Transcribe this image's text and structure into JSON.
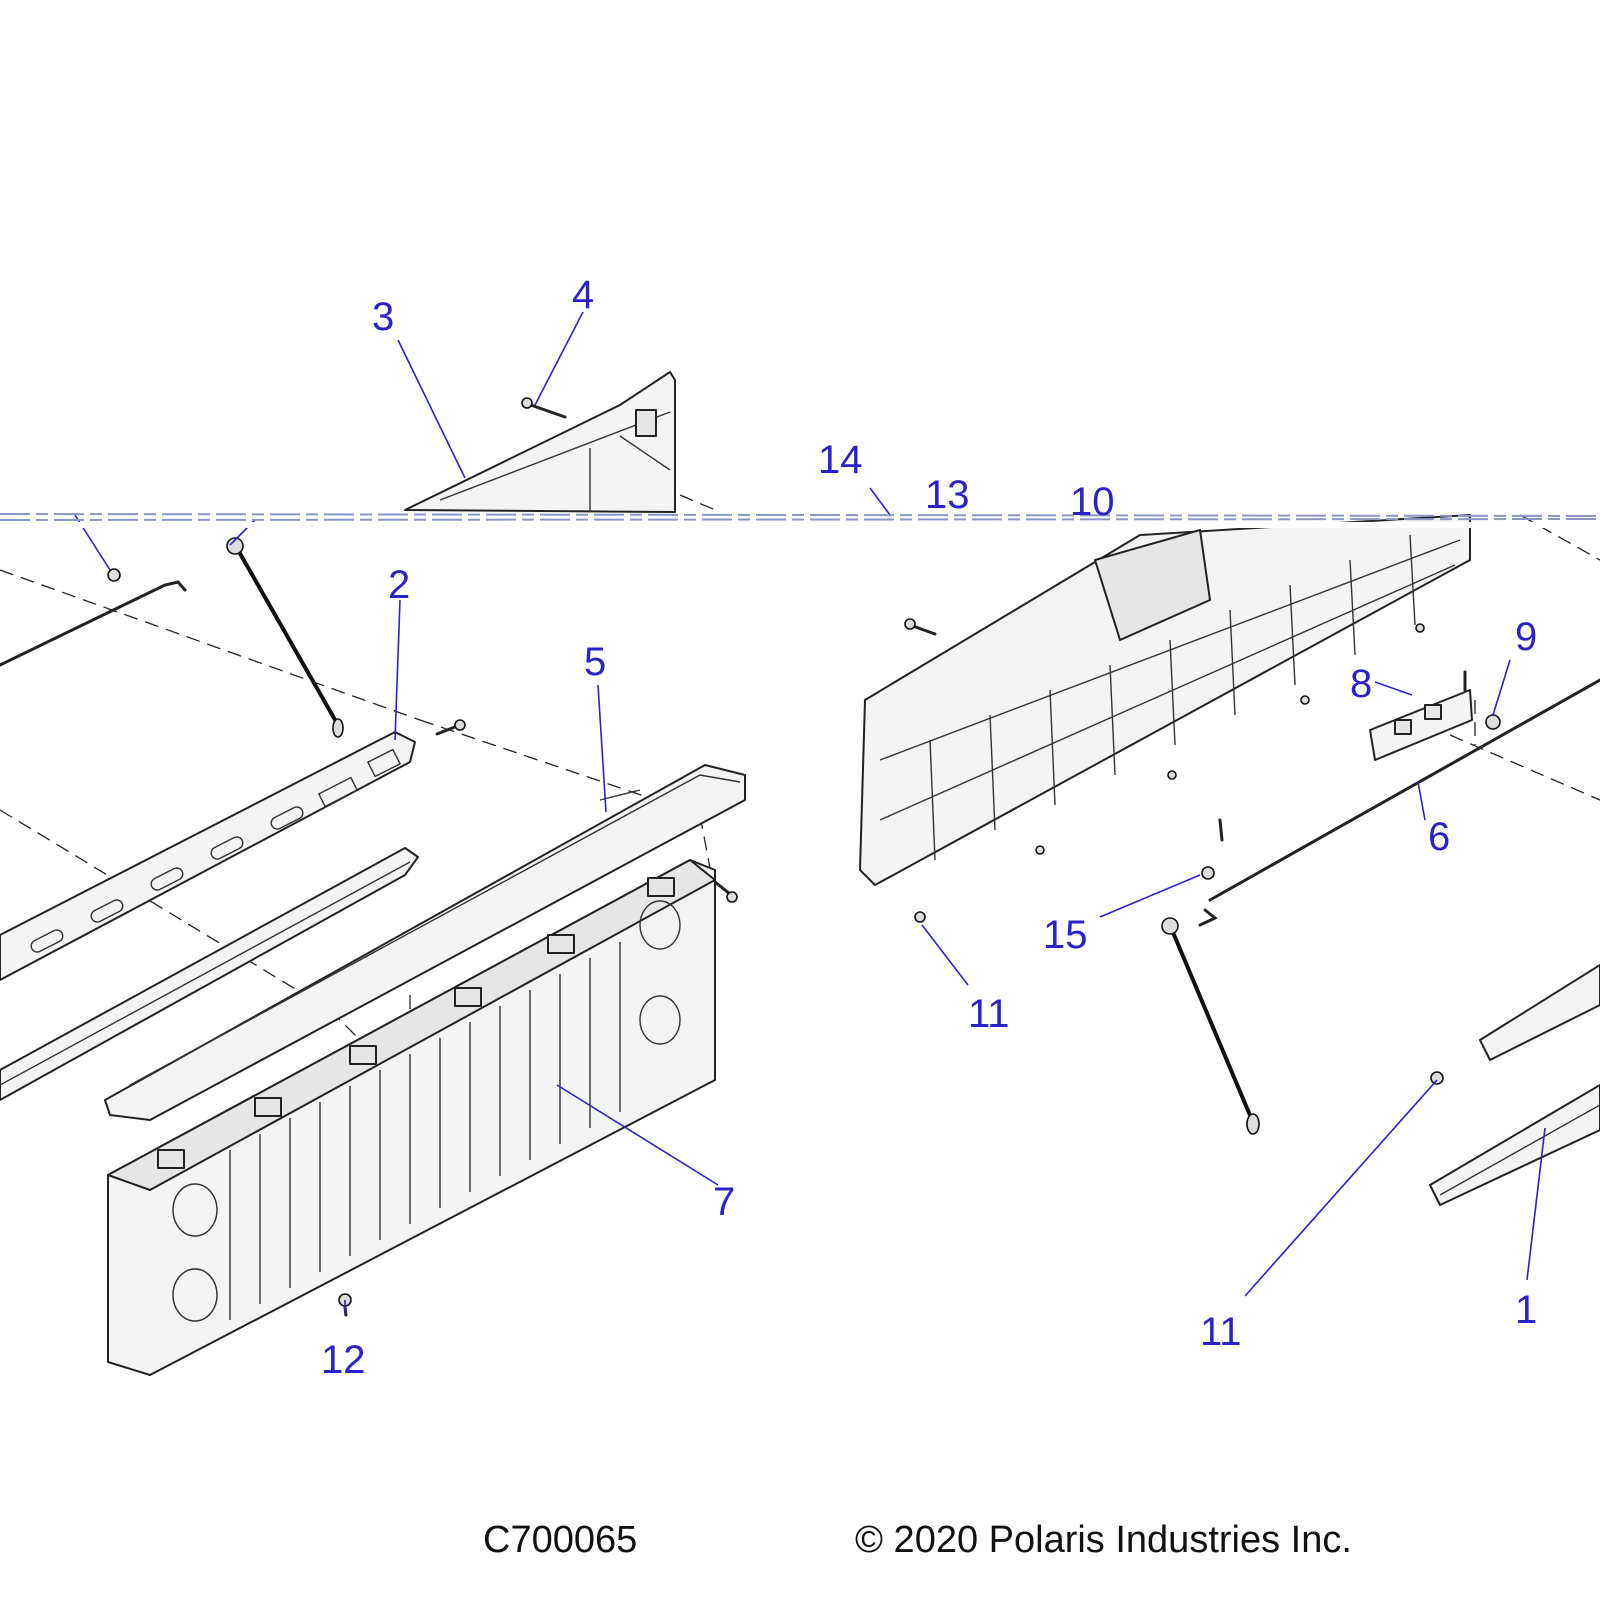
{
  "diagram": {
    "callouts": [
      "1",
      "2",
      "3",
      "4",
      "5",
      "6",
      "7",
      "8",
      "9",
      "10",
      "11",
      "11",
      "12",
      "13",
      "14",
      "15"
    ],
    "figure_code": "C700065",
    "copyright": "© 2020 Polaris Industries Inc."
  },
  "colors": {
    "callout": "#2a22c8",
    "line": "#222222"
  }
}
